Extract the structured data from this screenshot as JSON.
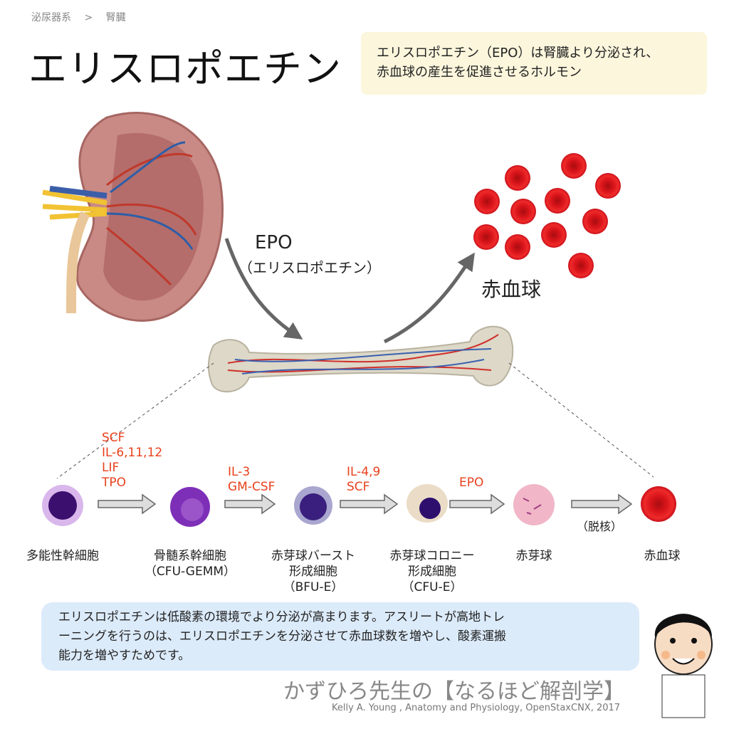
{
  "breadcrumb": {
    "parent": "泌尿器系",
    "separator": ">",
    "current": "腎臓"
  },
  "title": "エリスロポエチン",
  "summary": {
    "line1": "エリスロポエチン（EPO）は腎臓より分泌され、",
    "line2": "赤血球の産生を促進させるホルモン"
  },
  "epo_label": {
    "abbr": "EPO",
    "name": "（エリスロポエチン）"
  },
  "rbc_label": "赤血球",
  "cytokines": [
    {
      "lines": [
        "SCF",
        "IL-6,11,12",
        "LIF",
        "TPO"
      ]
    },
    {
      "lines": [
        "IL-3",
        "GM-CSF"
      ]
    },
    {
      "lines": [
        "IL-4,9",
        "SCF"
      ]
    },
    {
      "lines": [
        "EPO"
      ]
    },
    {
      "lines": [
        "（脱核）"
      ]
    }
  ],
  "cells": [
    {
      "lines": [
        "多能性幹細胞"
      ]
    },
    {
      "lines": [
        "骨髄系幹細胞",
        "（CFU-GEMM）"
      ]
    },
    {
      "lines": [
        "赤芽球バースト",
        "形成細胞",
        "（BFU-E）"
      ]
    },
    {
      "lines": [
        "赤芽球コロニー",
        "形成細胞",
        "（CFU-E）"
      ]
    },
    {
      "lines": [
        "赤芽球"
      ]
    },
    {
      "lines": [
        "赤血球"
      ]
    }
  ],
  "note": {
    "line1": "エリスロポエチンは低酸素の環境でより分泌が高まります。アスリートが高地トレ",
    "line2": "ーニングを行うのは、エリスロポエチンを分泌させて赤血球数を増やし、酸素運搬",
    "line3": "能力を増やすためです。"
  },
  "brand": "かずひろ先生の【なるほど解剖学】",
  "credit": "Kelly A. Young , Anatomy and Physiology, OpenStaxCNX, 2017",
  "colors": {
    "accent_red": "#e8401c",
    "summary_bg": "#fbf6dc",
    "note_bg": "#dcebfa",
    "rbc": "#e0161b"
  }
}
